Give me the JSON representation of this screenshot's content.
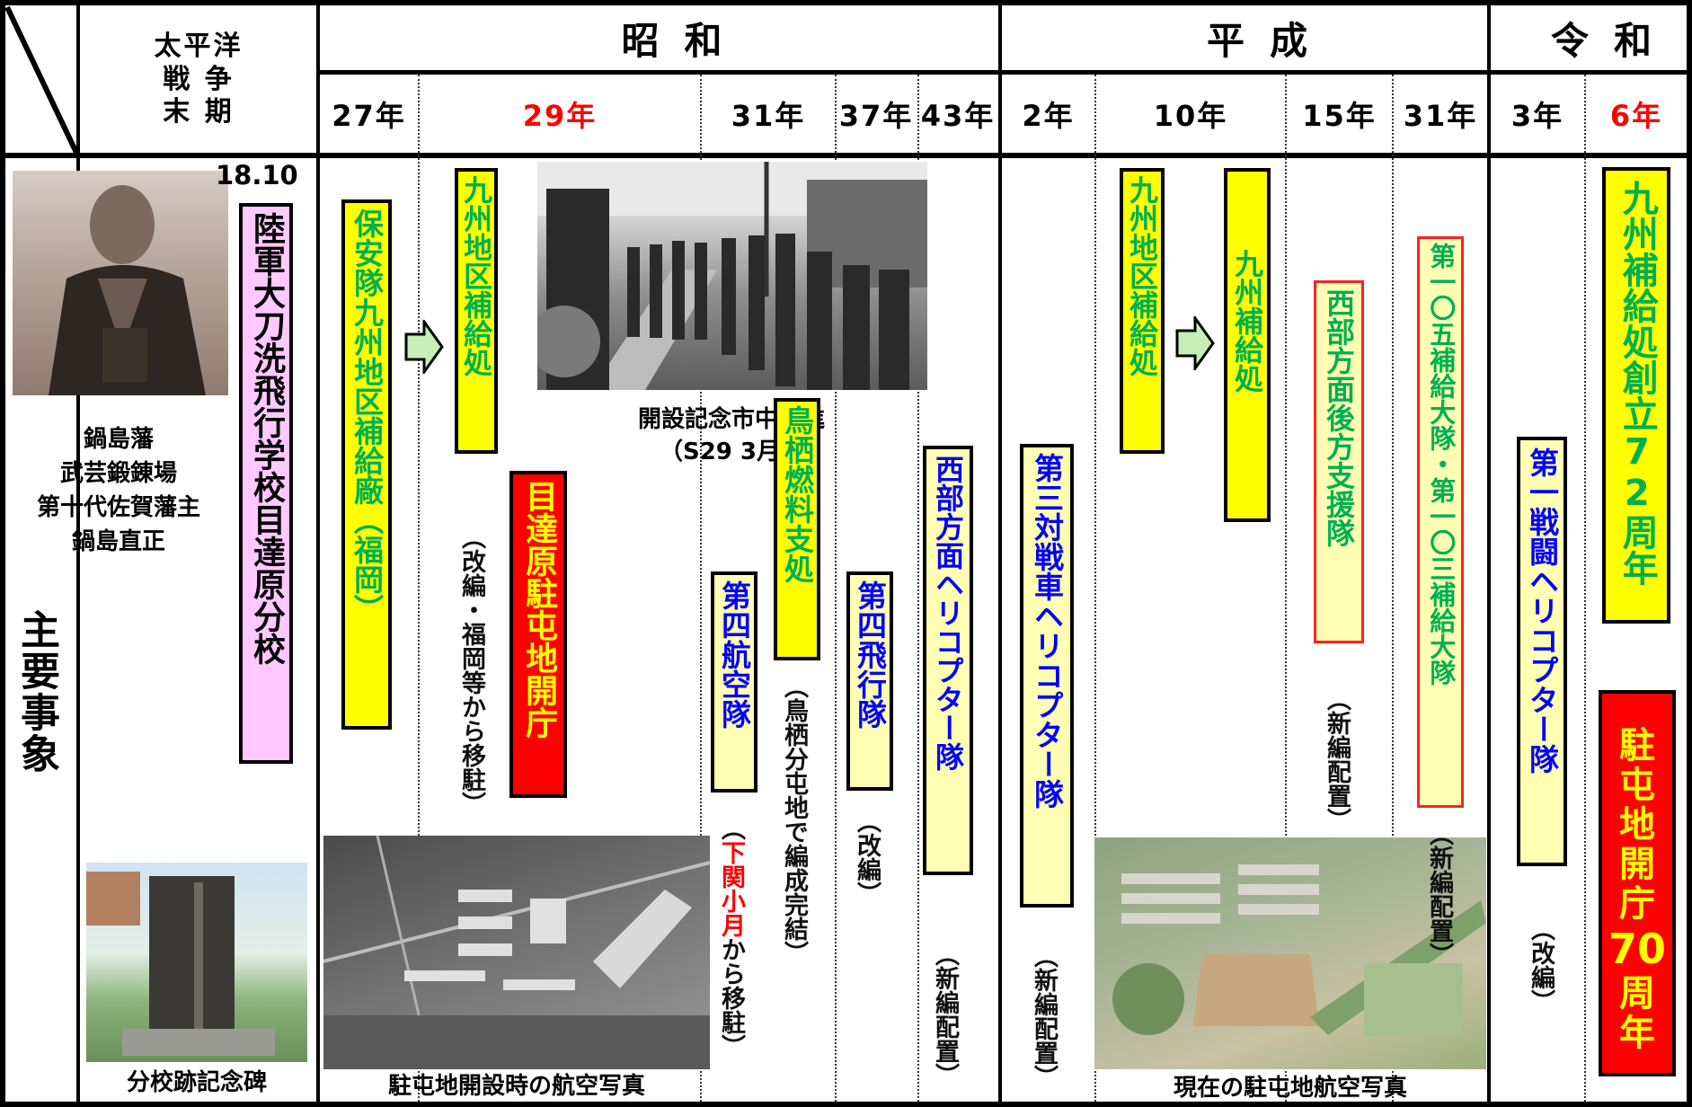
{
  "header": {
    "col_label": "太平洋\n戦 争\n末 期",
    "col_label_lines": [
      "太平洋",
      "戦 争",
      "末 期"
    ],
    "eras": [
      "昭和",
      "平成",
      "令和"
    ],
    "years": [
      "27年",
      "29年",
      "31年",
      "37年",
      "43年",
      "2年",
      "10年",
      "15年",
      "31年",
      "3年",
      "6年"
    ]
  },
  "row_label": "主要事象",
  "pre_war": {
    "date": "18.10",
    "portrait_caption_lines": [
      "鍋島藩",
      "武芸鍛錬場",
      "第十代佐賀藩主",
      "鍋島直正"
    ],
    "event": "陸軍大刀洗飛行学校目達原分校",
    "monument_caption": "分校跡記念碑"
  },
  "events": {
    "e27": "保安隊九州地区補給廠（福岡）",
    "e29a": "九州地区補給処",
    "e29a_note": "（改編・福岡等から移駐）",
    "e29b": "目達原駐屯地開庁",
    "photo_parade_caption_1": "開設記念市中行進",
    "photo_parade_caption_2": "（S29 3月）",
    "photo_aerial_old_caption": "駐屯地開設時の航空写真",
    "e31a": "第四航空隊",
    "e31a_note_pre": "（",
    "e31a_note_red": "下関小月",
    "e31a_note_post": "から移駐）",
    "e31b": "鳥栖燃料支処",
    "e31b_note": "（鳥栖分屯地で編成完結）",
    "e37": "第四飛行隊",
    "e37_note": "（改編）",
    "e43": "西部方面ヘリコプター隊",
    "e43_note": "（新編配置）",
    "h2": "第三対戦車ヘリコプター隊",
    "h2_note": "（新編配置）",
    "h10a": "九州地区補給処",
    "h10b": "九州補給処",
    "h15": "西部方面後方支援隊",
    "h15_note": "（新編配置）",
    "h31": "第一〇五補給大隊・第一〇三補給大隊",
    "h31_note": "（新編配置）",
    "photo_aerial_new_caption": "現在の駐屯地航空写真",
    "r3": "第一戦闘ヘリコプター隊",
    "r3_note": "（改編）",
    "r6a": "九州補給処創立72周年",
    "r6b_lines": [
      "駐",
      "屯",
      "地",
      "開",
      "庁",
      "70",
      "周",
      "年"
    ]
  },
  "colors": {
    "yellow": "#ffff00",
    "pale_yellow": "#ffffb3",
    "pink": "#ffc8ff",
    "red": "#ff0000",
    "green_text": "#00b050",
    "blue_text": "#0000ff"
  },
  "icons": [
    "right-arrow-icon",
    "right-arrow-icon"
  ]
}
